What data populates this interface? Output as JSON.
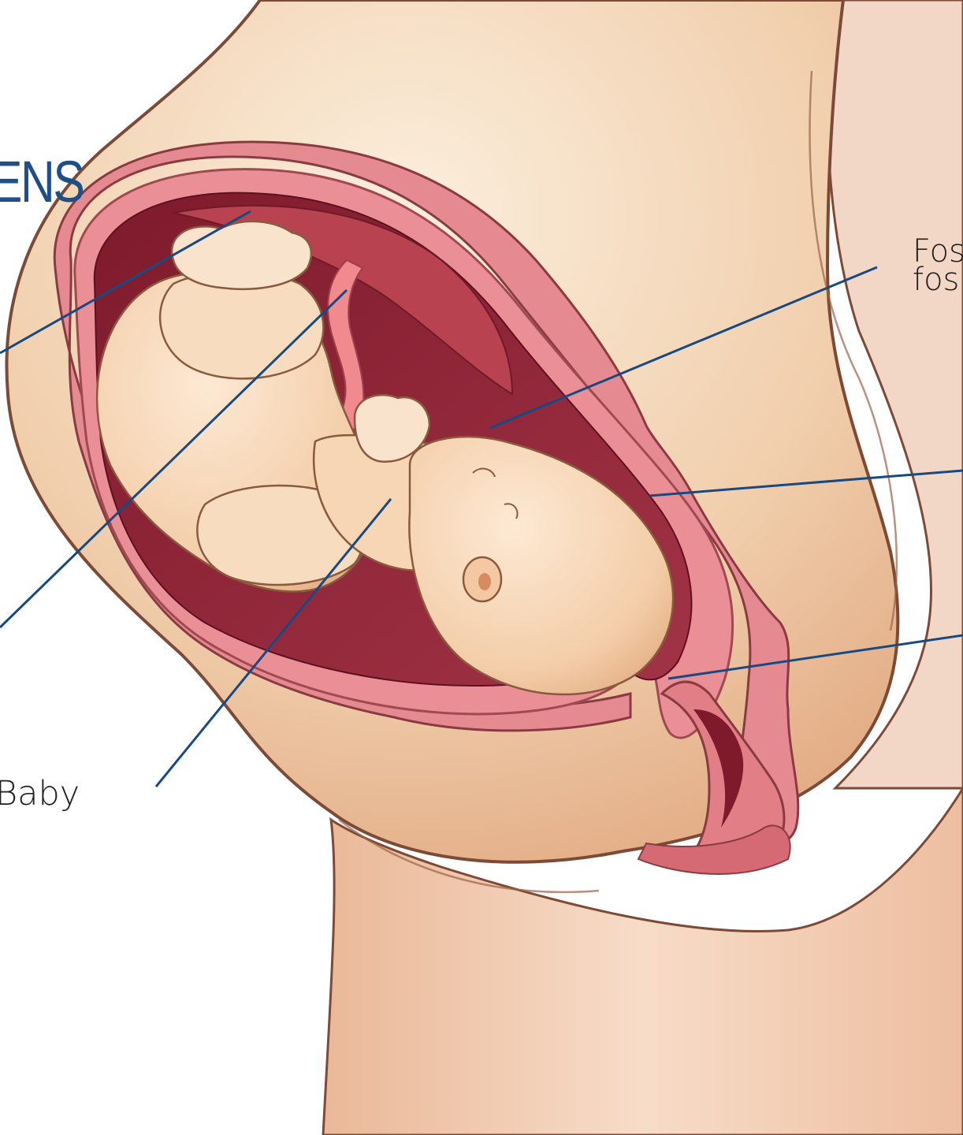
{
  "title": "ENS",
  "labels": {
    "baby": "Baby",
    "amniotic_fluid_line1": "Fos",
    "amniotic_fluid_line2": "fos"
  },
  "colors": {
    "skin_light": "#f7e1c9",
    "skin_mid": "#ecc39c",
    "skin_dark": "#dca27a",
    "outline": "#7d4a35",
    "uterus": "#e0828a",
    "uterus_dark": "#c35a65",
    "cavity": "#8e2436",
    "cavity_light": "#b04452",
    "baby": "#f6d3b0",
    "leader_line": "#174a82",
    "title": "#1f4f8a"
  },
  "icons": [
    "anatomical-illustration"
  ]
}
